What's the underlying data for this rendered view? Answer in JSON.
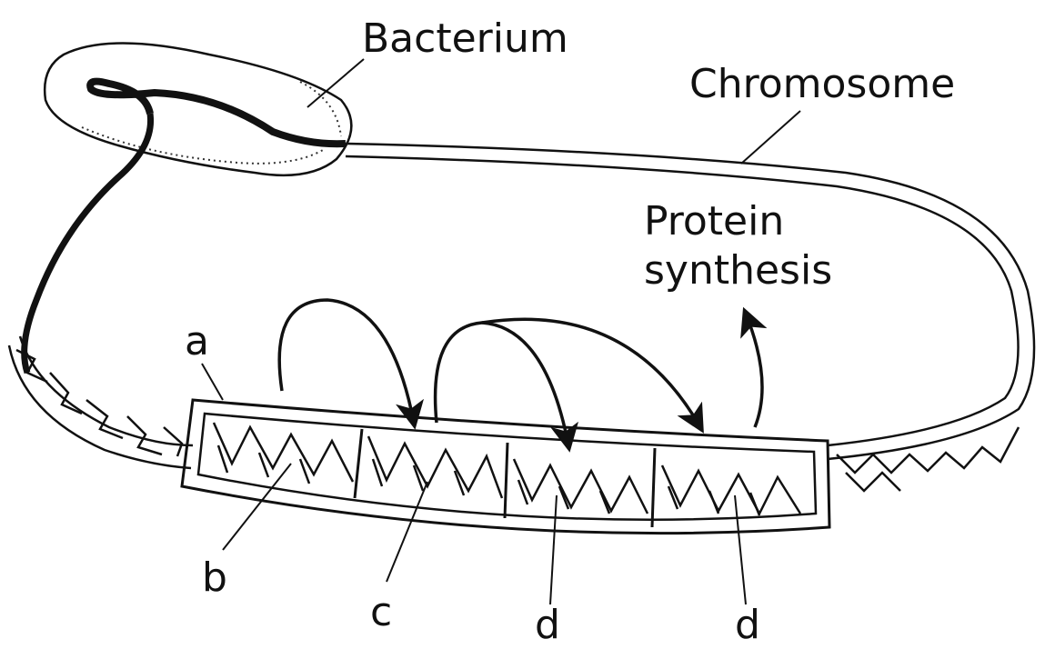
{
  "labels": {
    "bacterium": "Bacterium",
    "chromosome": "Chromosome",
    "protein_line1": "Protein",
    "protein_line2": "synthesis",
    "a": "a",
    "b": "b",
    "c": "c",
    "d1": "d",
    "d2": "d"
  },
  "colors": {
    "ink": "#111111",
    "paper": "#ffffff"
  }
}
